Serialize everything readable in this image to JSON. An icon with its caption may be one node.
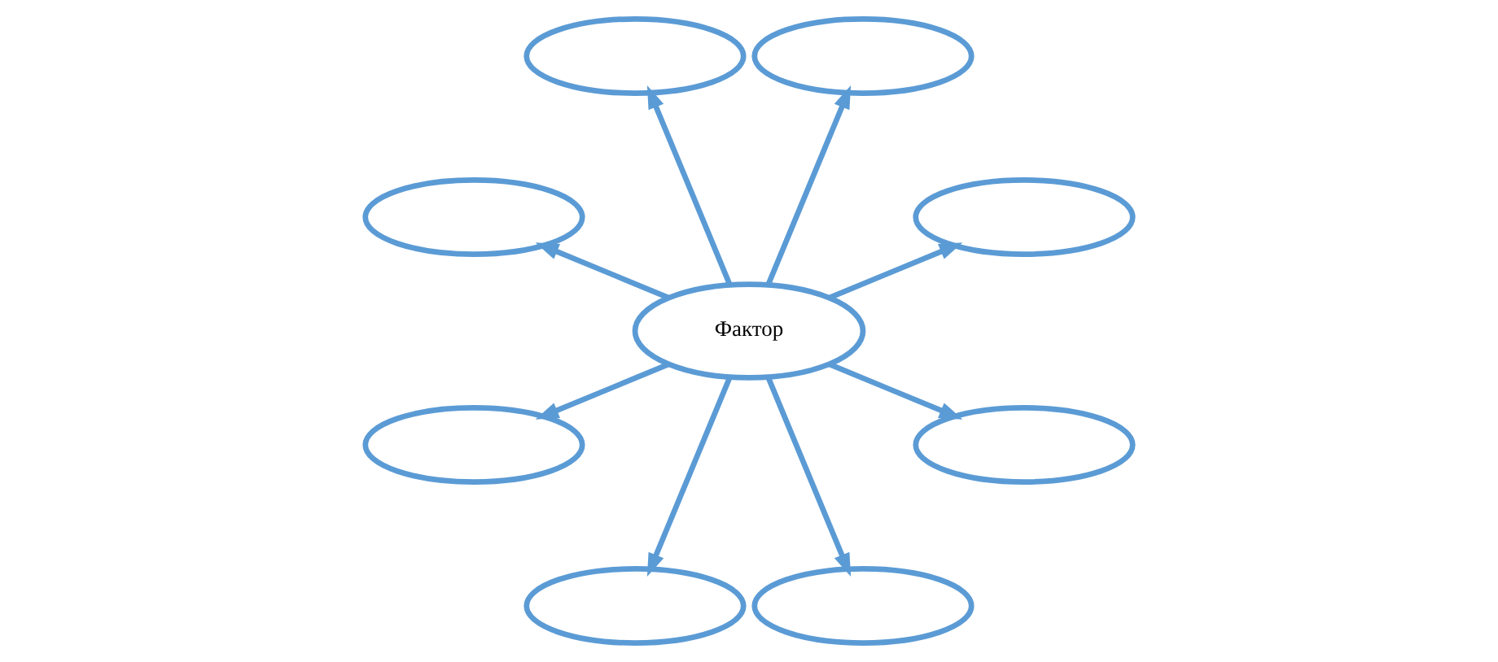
{
  "diagram": {
    "nodes": [
      {
        "text": [],
        "shape": "ellipse"
      },
      {
        "text": [],
        "shape": "ellipse"
      },
      {
        "text": [],
        "shape": "ellipse"
      },
      {
        "text": [],
        "shape": "ellipse"
      },
      {
        "text": [],
        "shape": "ellipse"
      },
      {
        "text": [
          "Фактор"
        ]
      },
      {
        "text": [],
        "shape": "ellipse"
      },
      {
        "text": [],
        "shape": "ellipse"
      },
      {
        "text": [],
        "shape": "ellipse"
      }
    ],
    "edges": [
      {
        "from": 5,
        "to": 0,
        "arrow": "to"
      },
      {
        "from": 5,
        "to": 1,
        "arrow": "to"
      },
      {
        "from": 5,
        "to": 3,
        "arrow": "to"
      },
      {
        "from": 5,
        "to": 6,
        "arrow": "to"
      },
      {
        "from": 5,
        "to": 8,
        "arrow": "to"
      },
      {
        "from": 5,
        "to": 7,
        "arrow": "to"
      },
      {
        "from": 5,
        "to": 4,
        "arrow": "to"
      },
      {
        "from": 5,
        "to": 2,
        "arrow": "to"
      }
    ]
  }
}
